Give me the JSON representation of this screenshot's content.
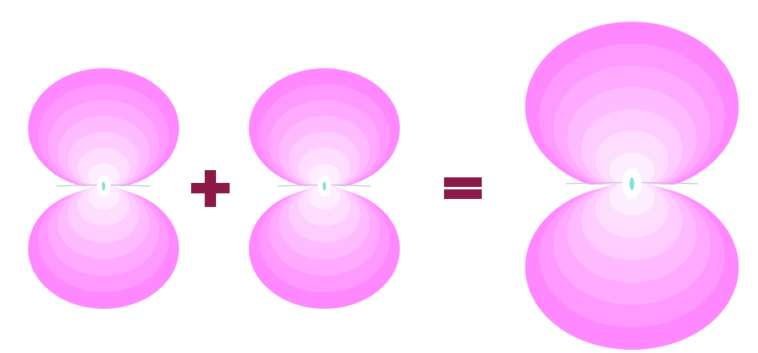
{
  "figure": {
    "operators": {
      "plus": "+",
      "equals": "="
    },
    "colors": {
      "background": "#ffffff",
      "operator": "#8b1a48",
      "lobe_rings": [
        "#ff88ff",
        "#ff99ff",
        "#ffaaff",
        "#ffbbff",
        "#ffccff",
        "#ffddff",
        "#ffeeff"
      ],
      "core": "#ffffff",
      "nucleus": "#7fe0e0",
      "seam": "#c7c2d6"
    },
    "orbitals": [
      {
        "id": "left",
        "role": "operand",
        "lobes": 2
      },
      {
        "id": "middle",
        "role": "operand",
        "lobes": 2
      },
      {
        "id": "result",
        "role": "sum",
        "lobes": 2
      }
    ]
  }
}
